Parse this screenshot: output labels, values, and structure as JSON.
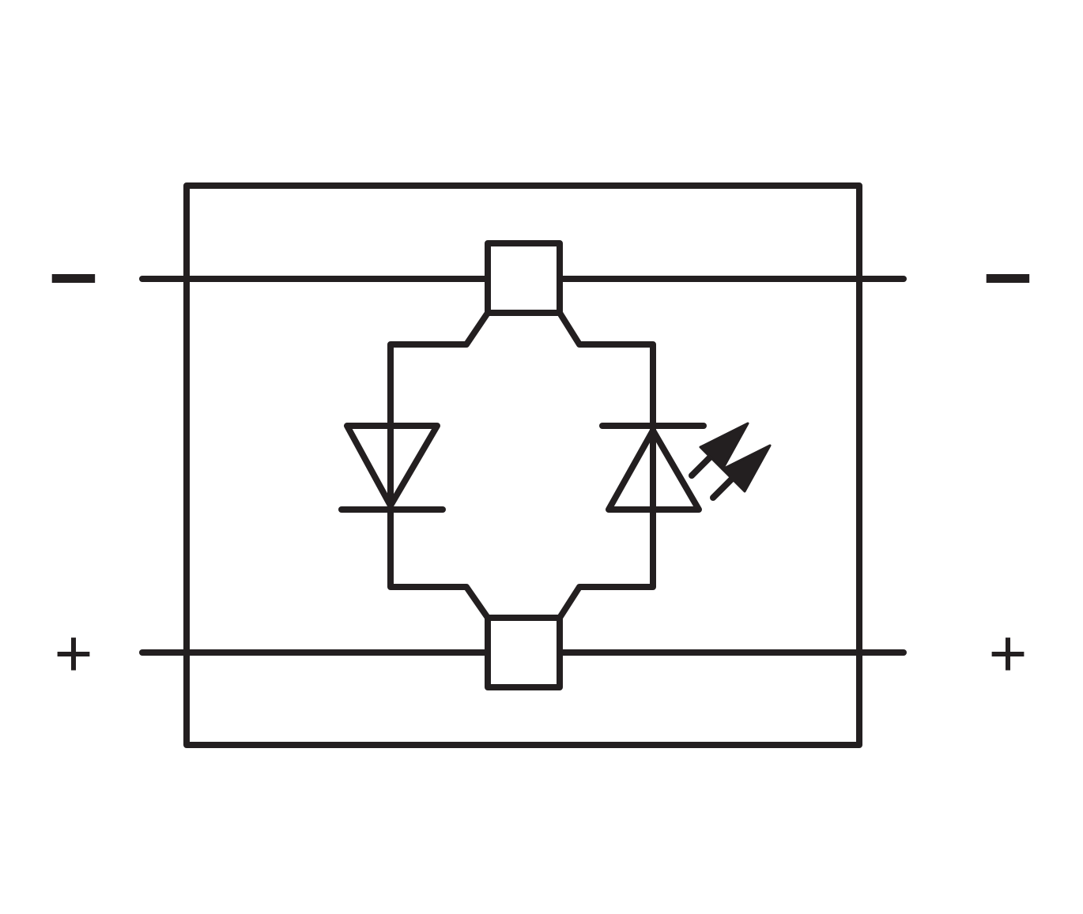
{
  "colors": {
    "stroke": "#231f20",
    "background": "#ffffff"
  },
  "labels": {
    "minus_left": "–",
    "minus_right": "–",
    "plus_left": "+",
    "plus_right": "+"
  },
  "components": {
    "housing": "rectangle",
    "negative_rail": "horizontal-line",
    "positive_rail": "horizontal-line",
    "terminal_top": "square-connector",
    "terminal_bottom": "square-connector",
    "left_branch": "diode",
    "right_branch": "light-emitting-diode"
  }
}
